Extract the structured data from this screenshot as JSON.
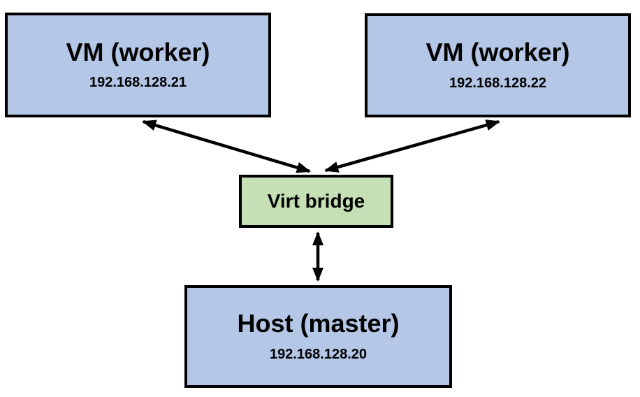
{
  "diagram": {
    "background": "#ffffff",
    "colors": {
      "vm_fill": "#b4c7e7",
      "bridge_fill": "#c5e0b4",
      "border": "#000000",
      "arrow": "#000000",
      "text": "#000000"
    },
    "nodes": {
      "vm_worker_1": {
        "title": "VM (worker)",
        "ip": "192.168.128.21"
      },
      "vm_worker_2": {
        "title": "VM (worker)",
        "ip": "192.168.128.22"
      },
      "virt_bridge": {
        "title": "Virt bridge"
      },
      "host_master": {
        "title": "Host (master)",
        "ip": "192.168.128.20"
      }
    },
    "edges": [
      {
        "from": "vm_worker_1",
        "to": "virt_bridge",
        "style": "double-headed-arrow"
      },
      {
        "from": "vm_worker_2",
        "to": "virt_bridge",
        "style": "double-headed-arrow"
      },
      {
        "from": "virt_bridge",
        "to": "host_master",
        "style": "double-headed-arrow"
      }
    ]
  }
}
